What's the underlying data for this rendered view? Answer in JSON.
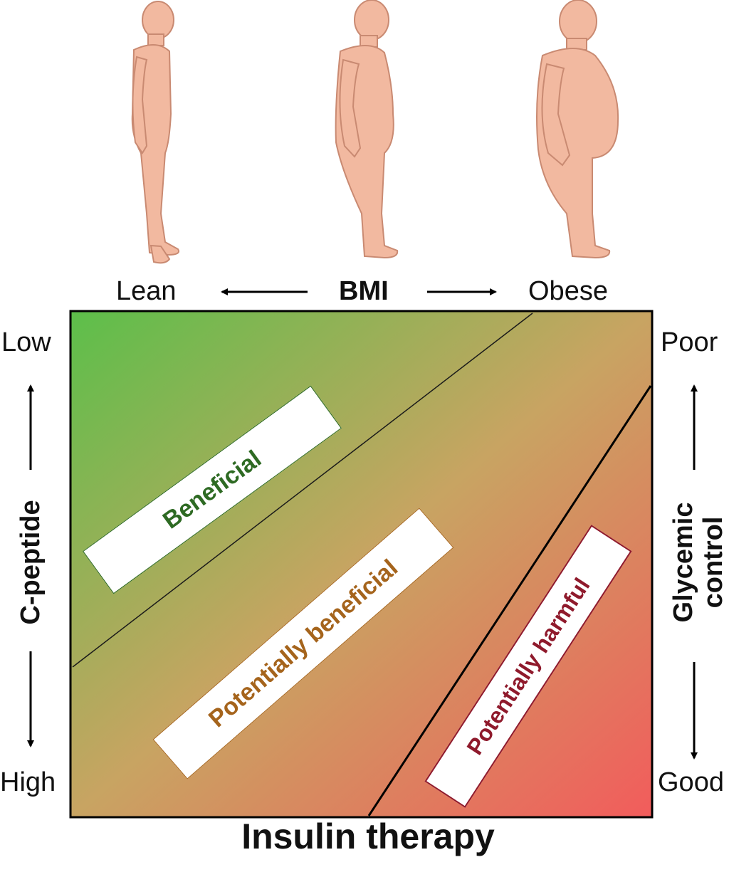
{
  "bmi": {
    "left_label": "Lean",
    "center_label": "BMI",
    "right_label": "Obese"
  },
  "cpeptide": {
    "axis_label": "C-peptide",
    "top_label": "Low",
    "bottom_label": "High"
  },
  "glycemic": {
    "axis_label_line1": "Glycemic",
    "axis_label_line2": "control",
    "top_label": "Poor",
    "bottom_label": "Good"
  },
  "zones": {
    "beneficial": "Beneficial",
    "potentially_beneficial": "Potentially beneficial",
    "potentially_harmful": "Potentially harmful"
  },
  "x_axis_title": "Insulin therapy",
  "colors": {
    "gradient_top_left": "#5cbf4a",
    "gradient_middle": "#c8a462",
    "gradient_bottom_right": "#f25c5c",
    "beneficial_text": "#2e6a23",
    "potentially_beneficial_text": "#a5641c",
    "potentially_harmful_text": "#8f1a2c",
    "skin": "#f2b9a0",
    "skin_outline": "#c98a72"
  },
  "icons": [
    "lean-figure-icon",
    "average-figure-icon",
    "obese-figure-icon"
  ]
}
